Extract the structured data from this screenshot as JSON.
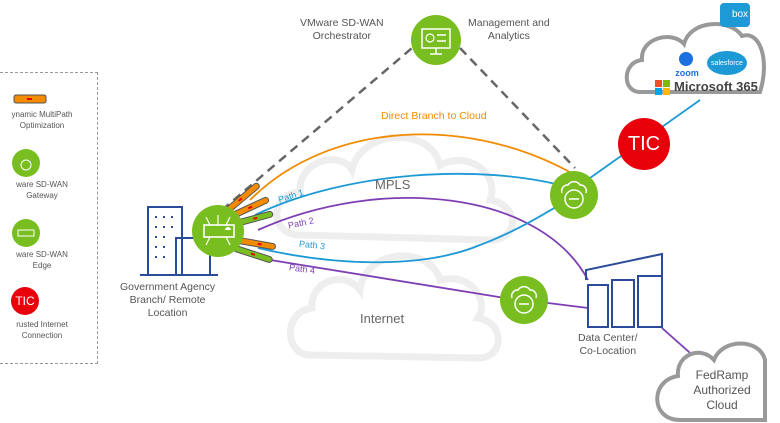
{
  "legend": {
    "items": [
      {
        "icon": "multipath-bundle-icon",
        "label_line1": "ynamic MultiPath",
        "label_line2": "Optimization"
      },
      {
        "icon": "gateway-icon",
        "label_line1": "ware SD-WAN",
        "label_line2": "Gateway"
      },
      {
        "icon": "edge-icon",
        "label_line1": "ware SD-WAN",
        "label_line2": "Edge"
      },
      {
        "icon": "tic-badge",
        "badge_text": "TIC",
        "label_line1": "rusted Internet",
        "label_line2": "Connection"
      }
    ]
  },
  "nodes": {
    "orchestrator": {
      "label_line1": "VMware SD-WAN",
      "label_line2": "Orchestrator"
    },
    "management": {
      "label_line1": "Management and",
      "label_line2": "Analytics"
    },
    "branch": {
      "label_line1": "Government Agency",
      "label_line2": "Branch/ Remote",
      "label_line3": "Location"
    },
    "datacenter": {
      "label_line1": "Data Center/",
      "label_line2": "Co-Location"
    },
    "tic": {
      "text": "TIC"
    },
    "saas_cloud": {
      "apps": [
        "box",
        "zoom",
        "salesforce",
        "Microsoft 365"
      ]
    },
    "fedramp": {
      "label_line1": "FedRamp",
      "label_line2": "Authorized",
      "label_line3": "Cloud"
    }
  },
  "clouds": {
    "mpls": "MPLS",
    "internet": "Internet"
  },
  "paths": {
    "direct": "Direct Branch to Cloud",
    "path1": "Path 1",
    "path2": "Path 2",
    "path3": "Path 3",
    "path4": "Path 4"
  },
  "colors": {
    "green": "#78be20",
    "orange": "#f38b00",
    "blue": "#1d9ad6",
    "purple": "#7d3fb3",
    "red": "#e8000b",
    "navy": "#2a4a9a",
    "gray_dash": "#666666",
    "cloud_gray": "#eeeeee"
  }
}
